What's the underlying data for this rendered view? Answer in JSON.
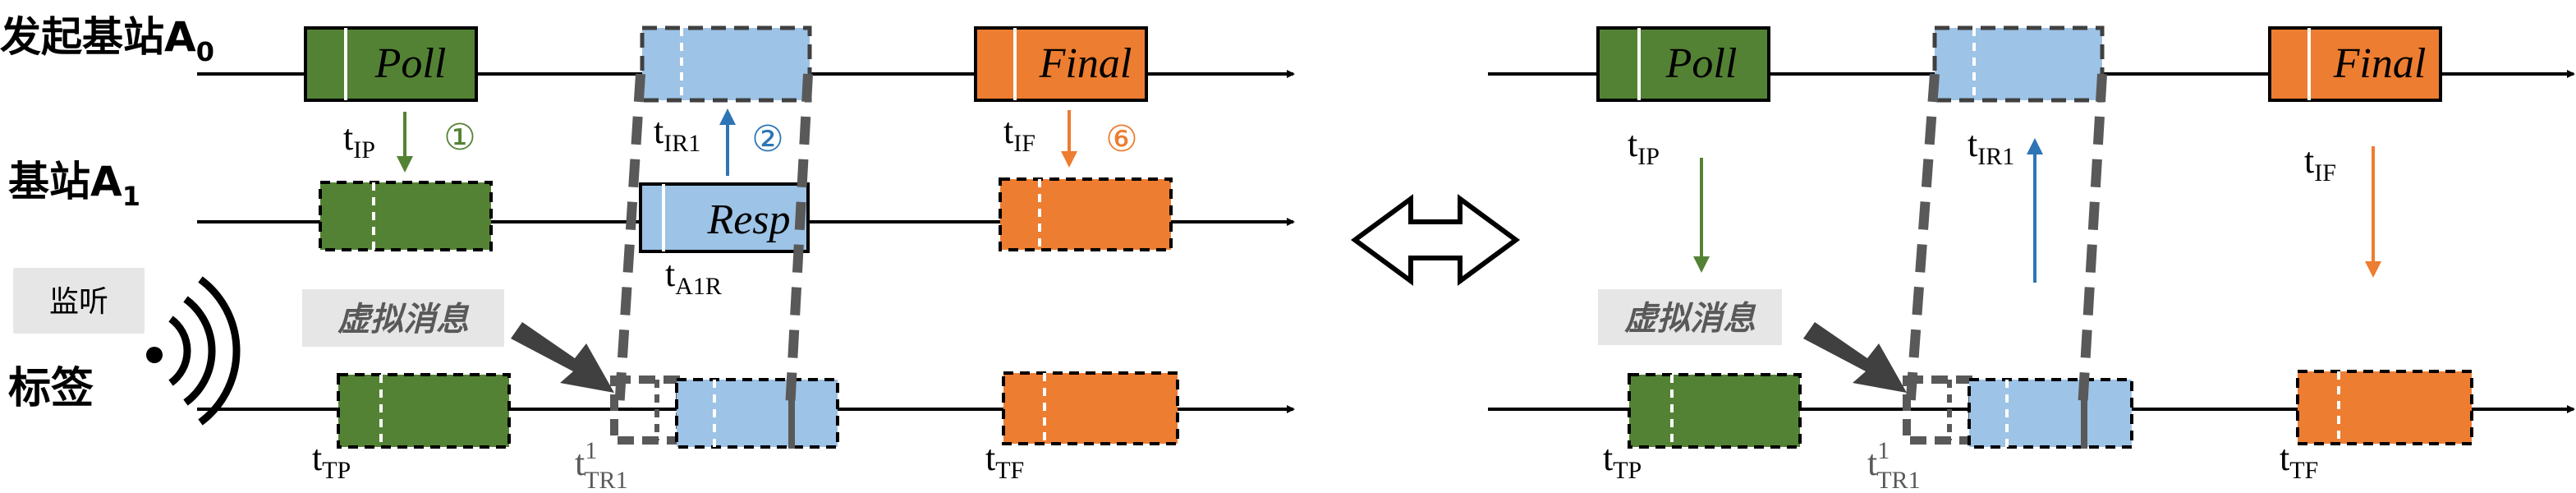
{
  "left": {
    "initiator_label": "发起基站A",
    "initiator_sub": "0",
    "anchor_label": "基站A",
    "anchor_sub": "1",
    "listen_label": "监听",
    "tag_label": "标签",
    "poll_label": "Poll",
    "resp_label": "Resp",
    "final_label": "Final",
    "t_ip": "t",
    "t_ip_sub": "IP",
    "t_ir1": "t",
    "t_ir1_sub": "IR1",
    "t_if": "t",
    "t_if_sub": "IF",
    "t_a1r": "t",
    "t_a1r_sub": "A1R",
    "t_tp": "t",
    "t_tp_sub": "TP",
    "t_tr1": "t",
    "t_tr1_sup": "1",
    "t_tr1_sub": "TR1",
    "t_tf": "t",
    "t_tf_sub": "TF",
    "step_1": "①",
    "step_2": "②",
    "step_6": "⑥",
    "virtual_msg": "虚拟消息"
  },
  "right": {
    "poll_label": "Poll",
    "final_label": "Final",
    "t_ip": "t",
    "t_ip_sub": "IP",
    "t_ir1": "t",
    "t_ir1_sub": "IR1",
    "t_if": "t",
    "t_if_sub": "IF",
    "t_tp": "t",
    "t_tp_sub": "TP",
    "t_tr1": "t",
    "t_tr1_sup": "1",
    "t_tr1_sub": "TR1",
    "t_tf": "t",
    "t_tf_sub": "TF",
    "virtual_msg": "虚拟消息"
  },
  "colors": {
    "green": "#548235",
    "green_text": "#548235",
    "blue_fill": "#9dc3e6",
    "blue_arrow": "#2e75b6",
    "orange": "#ed7d31",
    "dash_gray": "#595959",
    "label_bg": "#e7e6e6"
  },
  "icons": [
    "double-arrow-icon",
    "wifi-signal-icon",
    "pointer-arrow-icon"
  ]
}
